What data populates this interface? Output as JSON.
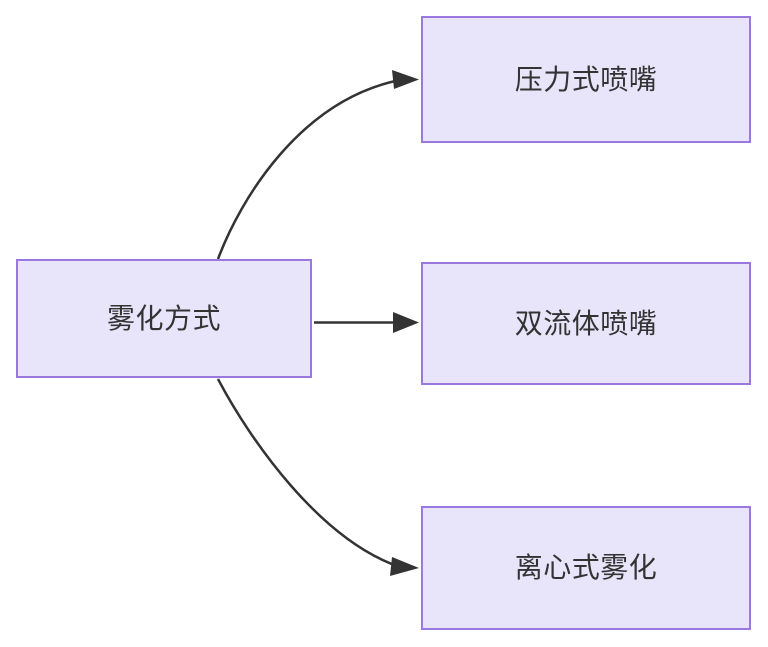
{
  "diagram": {
    "type": "flowchart",
    "direction": "left-to-right",
    "background_color": "#ffffff",
    "node_fill_color": "#e8e5fa",
    "node_border_color": "#9a78e0",
    "node_text_color": "#333333",
    "edge_color": "#333333",
    "source": {
      "id": "atomization-method",
      "label": "雾化方式"
    },
    "targets": [
      {
        "id": "pressure-nozzle",
        "label": "压力式喷嘴"
      },
      {
        "id": "two-fluid-nozzle",
        "label": "双流体喷嘴"
      },
      {
        "id": "centrifugal-atomization",
        "label": "离心式雾化"
      }
    ],
    "edges": [
      {
        "from": "雾化方式",
        "to": "压力式喷嘴",
        "style": "curved",
        "arrow": "solid-triangle"
      },
      {
        "from": "雾化方式",
        "to": "双流体喷嘴",
        "style": "straight",
        "arrow": "solid-triangle"
      },
      {
        "from": "雾化方式",
        "to": "离心式雾化",
        "style": "curved",
        "arrow": "solid-triangle"
      }
    ]
  }
}
